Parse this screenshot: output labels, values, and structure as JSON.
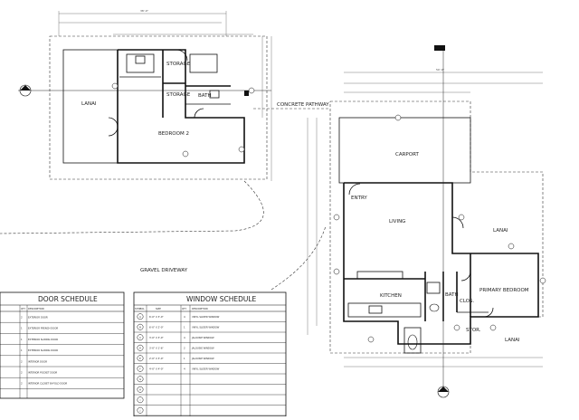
{
  "plan_labels": {
    "lanai_left": "LANAI",
    "storage_upper": "STORAGE",
    "storage_lower": "STORAGE",
    "bath_upper": "BATH",
    "bedroom_2": "BEDROOM 2",
    "concrete_pathway": "CONCRETE PATHWAY",
    "carport": "CARPORT",
    "entry": "ENTRY",
    "living": "LIVING",
    "lanai_right": "LANAI",
    "gravel_driveway": "GRAVEL DRIVEWAY",
    "kitchen": "KITCHEN",
    "bath_lower": "BATH",
    "clos": "CLOS.",
    "primary_bedroom": "PRIMARY BEDROOM",
    "stor": "STOR.",
    "lanai_bottom": "LANAI"
  },
  "door_schedule": {
    "title": "DOOR SCHEDULE",
    "headers": [
      "QTY",
      "DESCRIPTION"
    ],
    "rows": [
      {
        "qty": "2",
        "desc": "EXTERIOR DOOR"
      },
      {
        "qty": "1",
        "desc": "EXTERIOR FRENCH DOOR"
      },
      {
        "qty": "1",
        "desc": "EXTERIOR SLIDING DOOR"
      },
      {
        "qty": "1",
        "desc": "EXTERIOR SLIDING DOOR"
      },
      {
        "qty": "2",
        "desc": "INTERIOR DOOR"
      },
      {
        "qty": "2",
        "desc": "INTERIOR POCKET DOOR"
      },
      {
        "qty": "2",
        "desc": "INTERIOR CLOSET BI-FOLD DOOR"
      }
    ]
  },
  "window_schedule": {
    "title": "WINDOW SCHEDULE",
    "headers": [
      "SYMBOL",
      "SIZE",
      "QTY",
      "DESCRIPTION"
    ],
    "rows": [
      {
        "symbol": "A",
        "size": "6'-0\" X 3'-0\"",
        "qty": "4",
        "desc": "VINYL SLIDER WINDOW"
      },
      {
        "symbol": "B",
        "size": "6'-0\" X 2'-0\"",
        "qty": "1",
        "desc": "VINYL SLIDER WINDOW"
      },
      {
        "symbol": "C",
        "size": "3'-0\" X 3'-0\"",
        "qty": "4",
        "desc": "JALOUSIE WINDOW"
      },
      {
        "symbol": "D",
        "size": "3'-0\" X 1'-6\"",
        "qty": "2",
        "desc": "JALOUSIE WINDOW"
      },
      {
        "symbol": "E",
        "size": "2'-0\" X 3'-0\"",
        "qty": "1",
        "desc": "JALOUSIE WINDOW"
      },
      {
        "symbol": "F",
        "size": "4'-0\" X 4'-0\"",
        "qty": "4",
        "desc": "VINYL SLIDER WINDOW"
      },
      {
        "symbol": "G",
        "size": "",
        "qty": "",
        "desc": ""
      },
      {
        "symbol": "H",
        "size": "",
        "qty": "",
        "desc": ""
      },
      {
        "symbol": "I",
        "size": "",
        "qty": "",
        "desc": ""
      },
      {
        "symbol": "J",
        "size": "",
        "qty": "",
        "desc": ""
      }
    ]
  },
  "dimensions": {
    "overall_upper": "38'-0\"",
    "overall_right": "50'-0\""
  }
}
